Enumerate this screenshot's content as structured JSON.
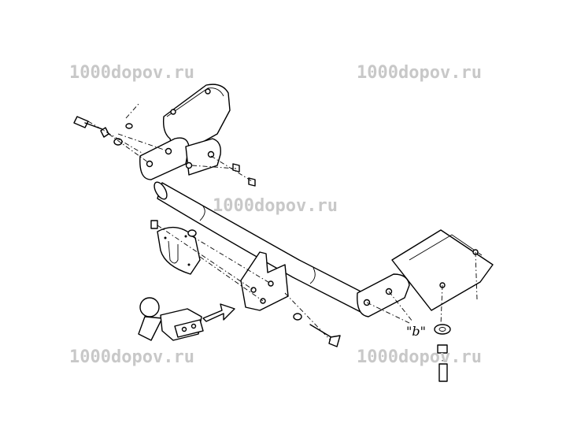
{
  "watermarks": {
    "top_left": "1000dopov.ru",
    "top_right": "1000dopov.ru",
    "center": "1000dopov.ru",
    "bottom_left": "1000dopov.ru",
    "bottom_right": "1000dopov.ru"
  },
  "labels": {
    "detail_b": "\"b\""
  }
}
